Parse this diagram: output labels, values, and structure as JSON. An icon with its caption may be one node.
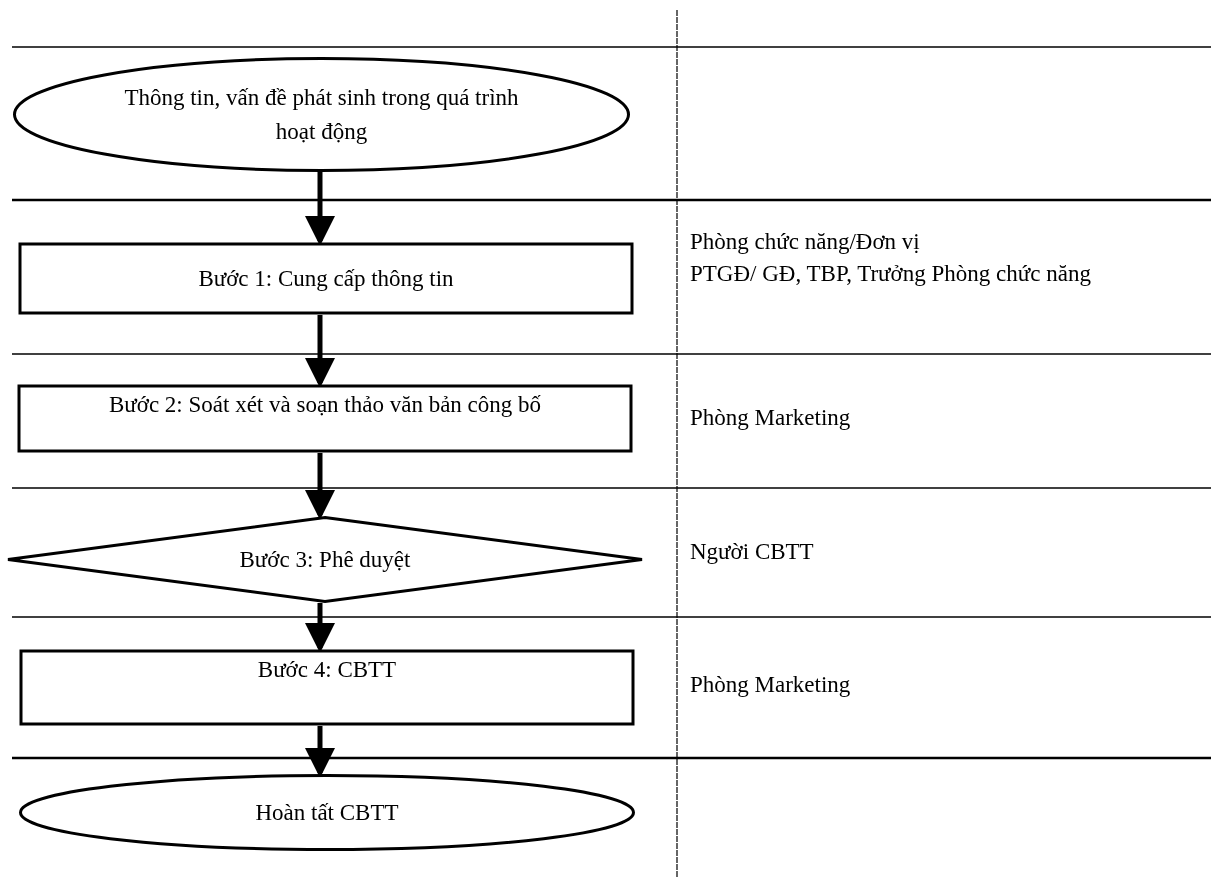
{
  "diagram": {
    "nodes": [
      {
        "text": [
          "Thông tin, vấn đề phát sinh trong quá trình hoạt động"
        ]
      },
      {
        "text": [
          "Bước 1: Cung cấp thông tin"
        ]
      },
      {
        "text": [
          "Bước 2: Soát xét và soạn thảo văn bản công bố"
        ]
      },
      {
        "text": [
          "Bước 3: Phê duyệt"
        ]
      },
      {
        "text": [
          "Bước 4: CBTT"
        ]
      },
      {
        "text": [
          "Hoàn tất CBTT"
        ]
      }
    ],
    "edges": [
      {
        "from": 0,
        "to": 1,
        "arrow": "to"
      },
      {
        "from": 1,
        "to": 2,
        "arrow": "to"
      },
      {
        "from": 2,
        "to": 3,
        "arrow": "to"
      },
      {
        "from": 3,
        "to": 4,
        "arrow": "to"
      },
      {
        "from": 4,
        "to": 5,
        "arrow": "to"
      }
    ],
    "labels": [
      "Phòng chức năng/Đơn vị",
      "PTGĐ/ GĐ, TBP, Trưởng Phòng chức năng",
      "Phòng Marketing",
      "Người CBTT",
      "Phòng Marketing"
    ]
  }
}
